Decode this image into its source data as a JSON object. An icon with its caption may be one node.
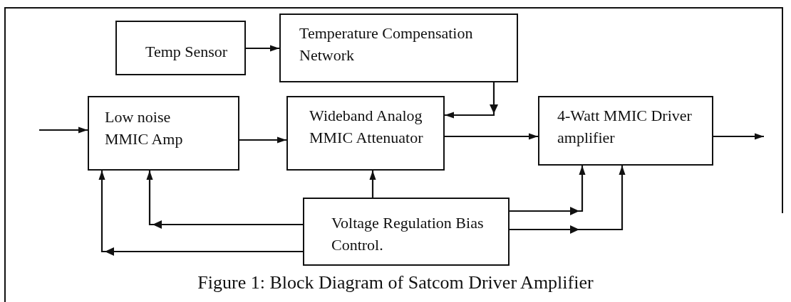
{
  "diagram": {
    "caption": "Figure 1: Block Diagram of Satcom Driver Amplifier",
    "nodes": [
      {
        "text": [
          "Temp Sensor"
        ]
      },
      {
        "text": [
          "Temperature Compensation Network"
        ]
      },
      {
        "text": [
          "Low noise MMIC Amp"
        ]
      },
      {
        "text": [
          "Wideband Analog MMIC Attenuator"
        ]
      },
      {
        "text": [
          "4-Watt MMIC Driver amplifier"
        ]
      },
      {
        "text": [
          "Voltage Regulation Bias Control."
        ]
      }
    ],
    "edges": [
      {
        "from": null,
        "to": 2,
        "arrow": "to"
      },
      {
        "from": 0,
        "to": 1,
        "arrow": "to"
      },
      {
        "from": 1,
        "to": 3,
        "arrow": "to"
      },
      {
        "from": 2,
        "to": 3,
        "arrow": "to"
      },
      {
        "from": 3,
        "to": 4,
        "arrow": "to"
      },
      {
        "from": 4,
        "to": null,
        "arrow": "to"
      },
      {
        "from": 5,
        "to": 3,
        "arrow": "to"
      },
      {
        "from": 5,
        "to": 2,
        "arrow": "to"
      },
      {
        "from": 5,
        "to": 2,
        "arrow": "to"
      },
      {
        "from": 5,
        "to": 4,
        "arrow": "to"
      },
      {
        "from": 5,
        "to": 4,
        "arrow": "to"
      }
    ]
  }
}
